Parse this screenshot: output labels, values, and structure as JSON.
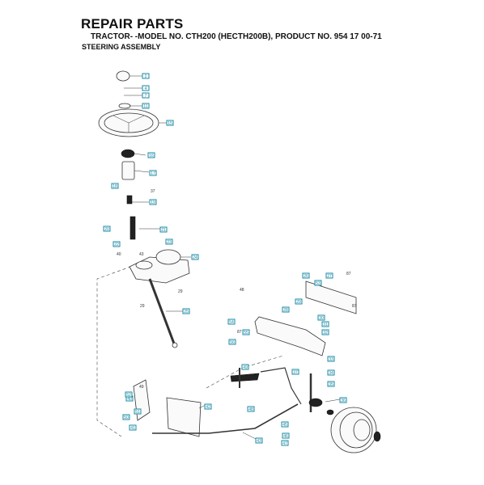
{
  "header": {
    "title": "REPAIR PARTS",
    "subtitle": "TRACTOR- -MODEL NO. CTH200 (HECTH200B), PRODUCT NO. 954 17 00-71",
    "section": "STEERING ASSEMBLY"
  },
  "colors": {
    "callout": "#1a8aa3",
    "line": "#333333"
  },
  "callouts": [
    "2",
    "4",
    "7",
    "11",
    "15",
    "16",
    "17",
    "18",
    "19",
    "20",
    "21",
    "22",
    "23",
    "24",
    "25",
    "26",
    "27",
    "28",
    "29",
    "30",
    "31",
    "32",
    "33",
    "34",
    "35",
    "36",
    "37",
    "40",
    "41",
    "42",
    "43",
    "45",
    "46",
    "47",
    "48",
    "49",
    "50",
    "51",
    "52",
    "53",
    "54",
    "55",
    "56"
  ],
  "part_numbers": [
    "37",
    "40",
    "43",
    "29",
    "29",
    "87",
    "48",
    "87",
    "87",
    "49"
  ]
}
